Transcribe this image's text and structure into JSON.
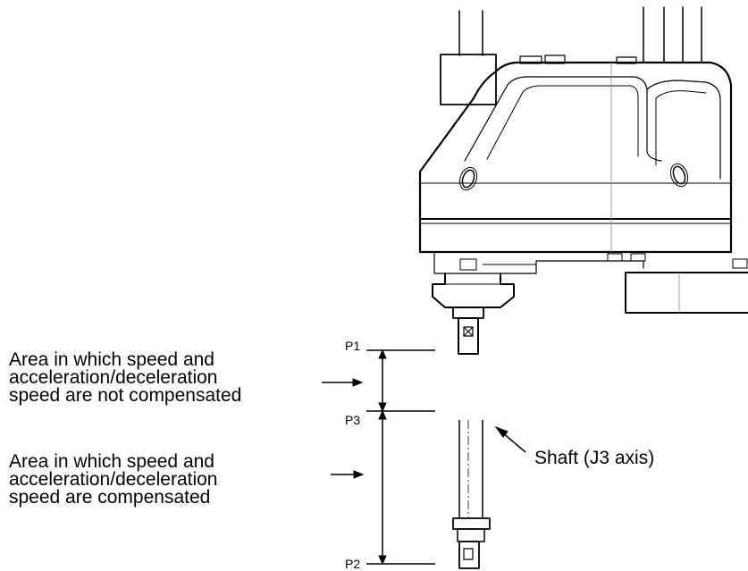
{
  "labels": {
    "area_not_compensated": "Area in which speed and\nacceleration/deceleration\nspeed are not compensated",
    "area_compensated": "Area in which speed and\nacceleration/deceleration\nspeed are compensated",
    "shaft": "Shaft (J3 axis)"
  },
  "points": {
    "p1": "P1",
    "p3": "P3",
    "p2": "P2"
  },
  "colors": {
    "line": "#000000",
    "light_line": "#888888"
  }
}
